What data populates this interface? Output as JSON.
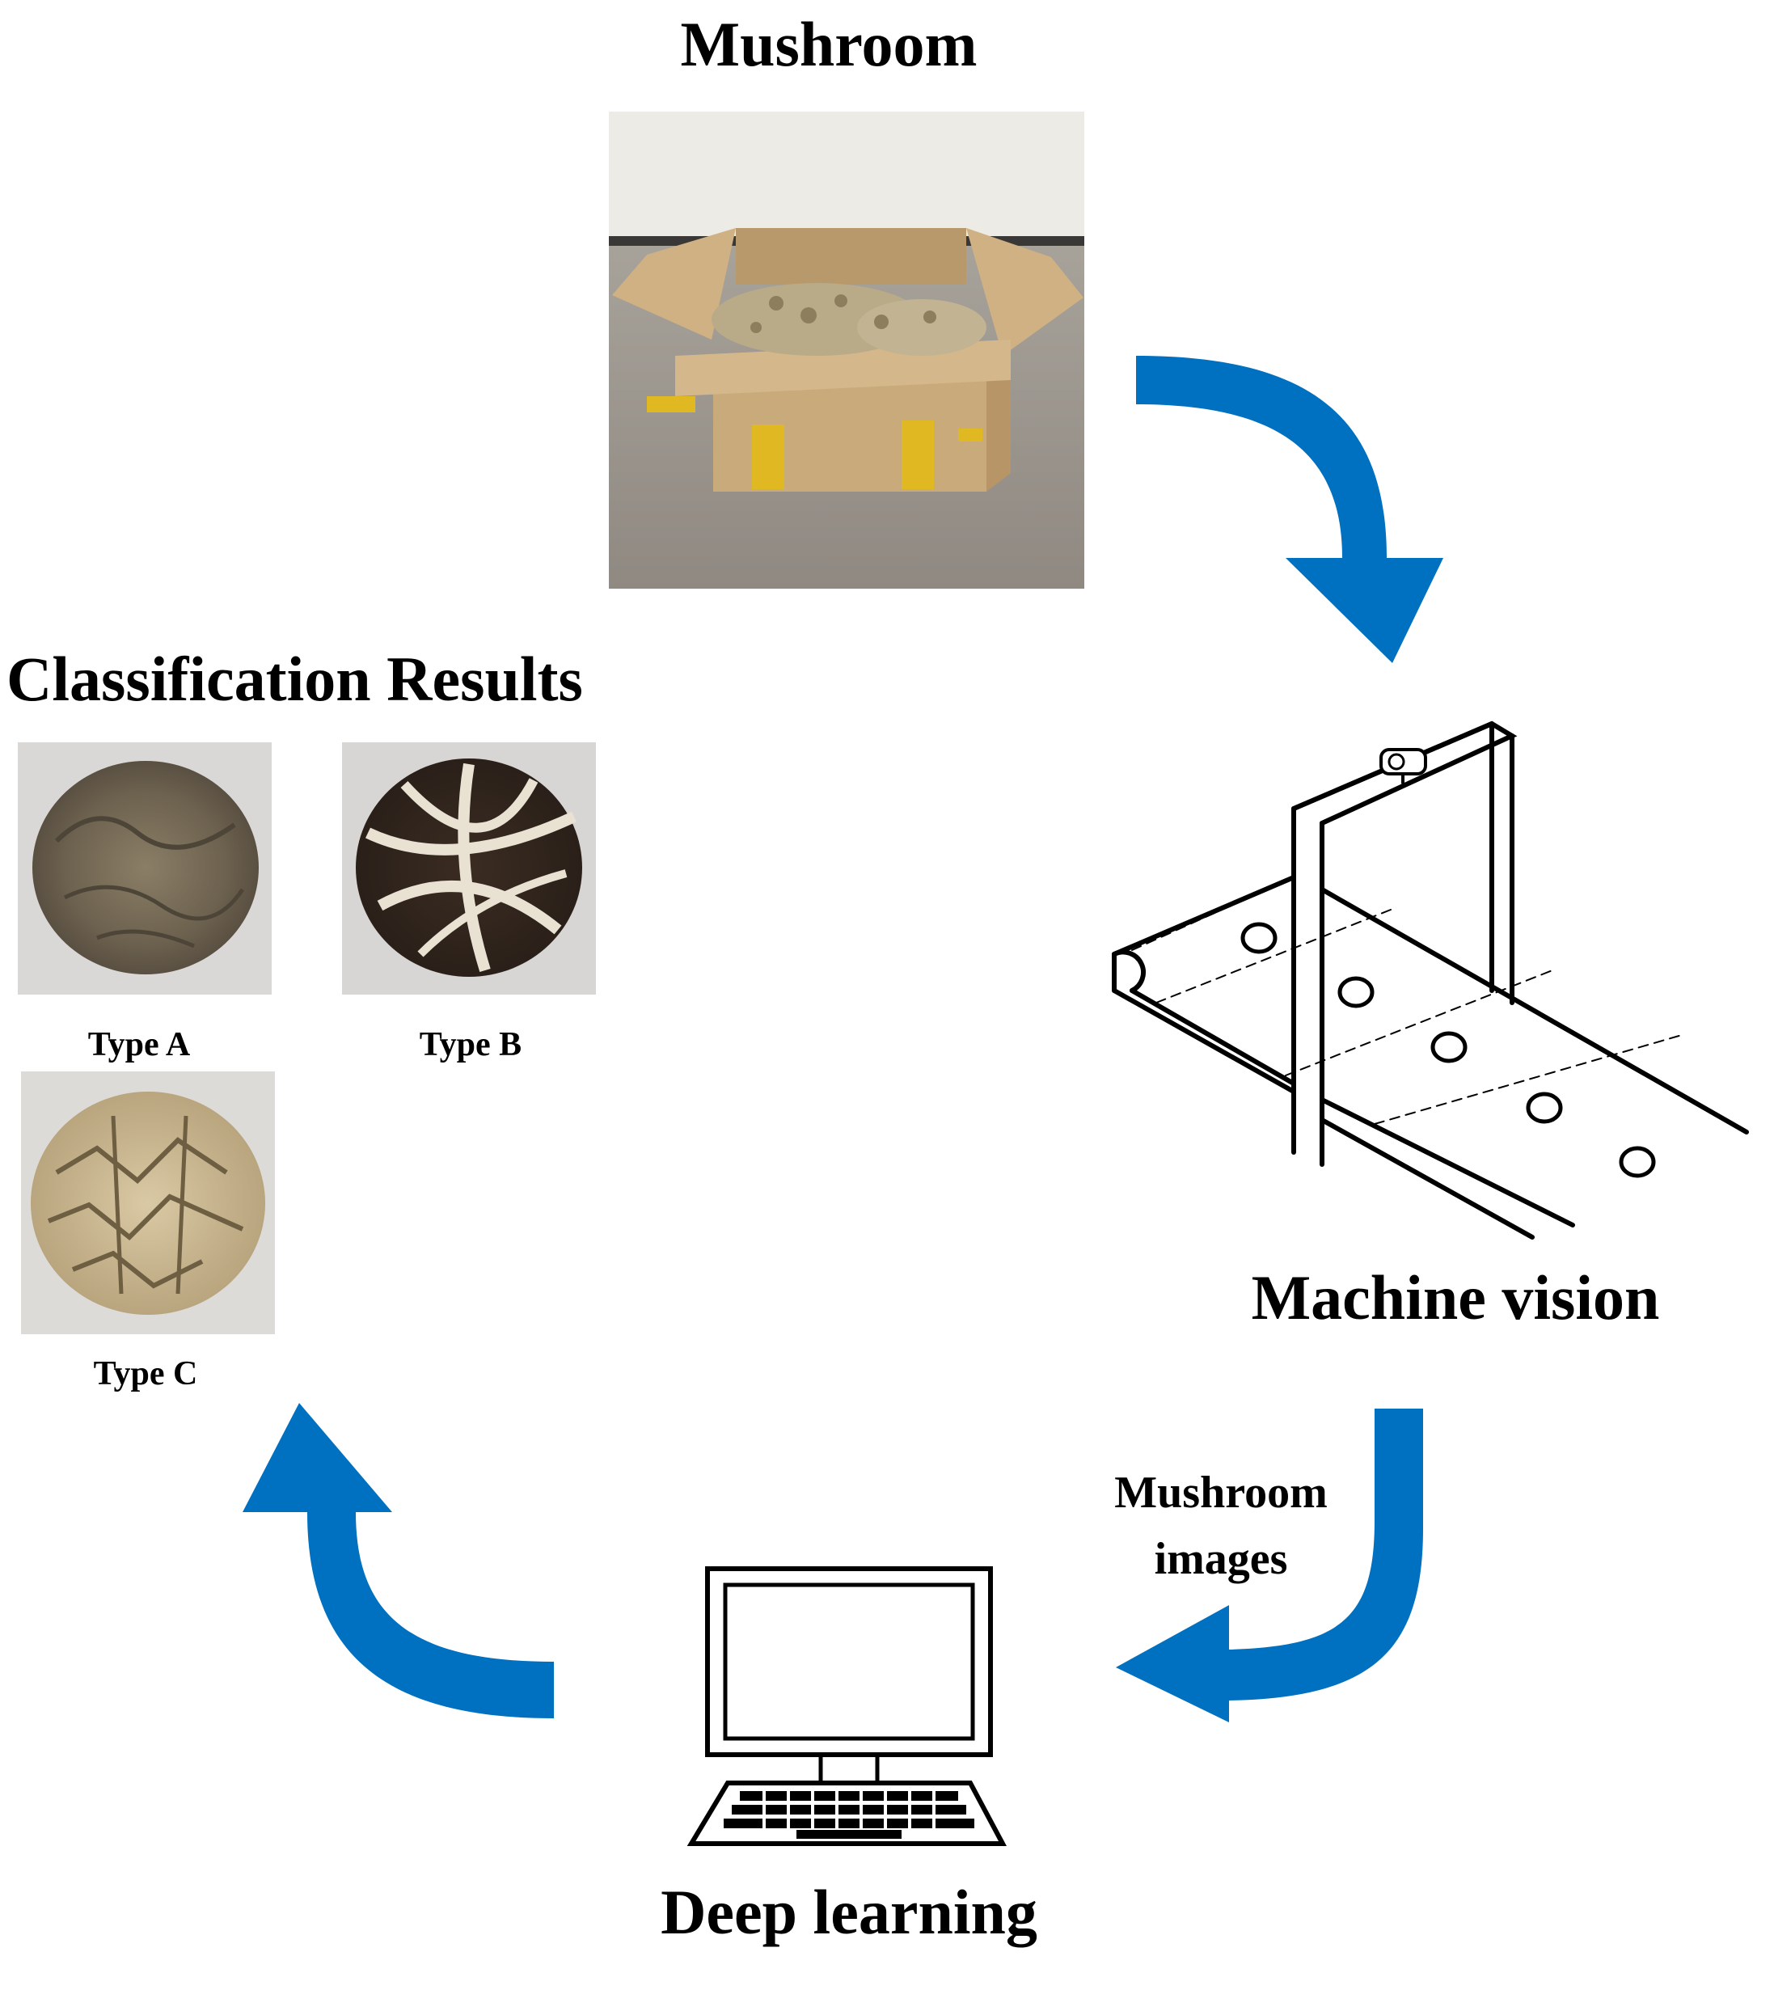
{
  "titles": {
    "mushroom": "Mushroom",
    "classification": "Classification Results",
    "machine_vision": "Machine vision",
    "deep_learning": "Deep learning"
  },
  "arrow_caption": {
    "line1": "Mushroom",
    "line2": "images"
  },
  "types": [
    {
      "label": "Type A"
    },
    {
      "label": "Type B"
    },
    {
      "label": "Type C"
    }
  ],
  "colors": {
    "arrow": "#0070c0",
    "line": "#000000",
    "box_cardboard": "#c8a878",
    "floor": "#9c968f",
    "wall": "#ece9e3"
  },
  "icons": {
    "conveyor": "conveyor-camera-icon",
    "computer": "desktop-computer-icon"
  }
}
